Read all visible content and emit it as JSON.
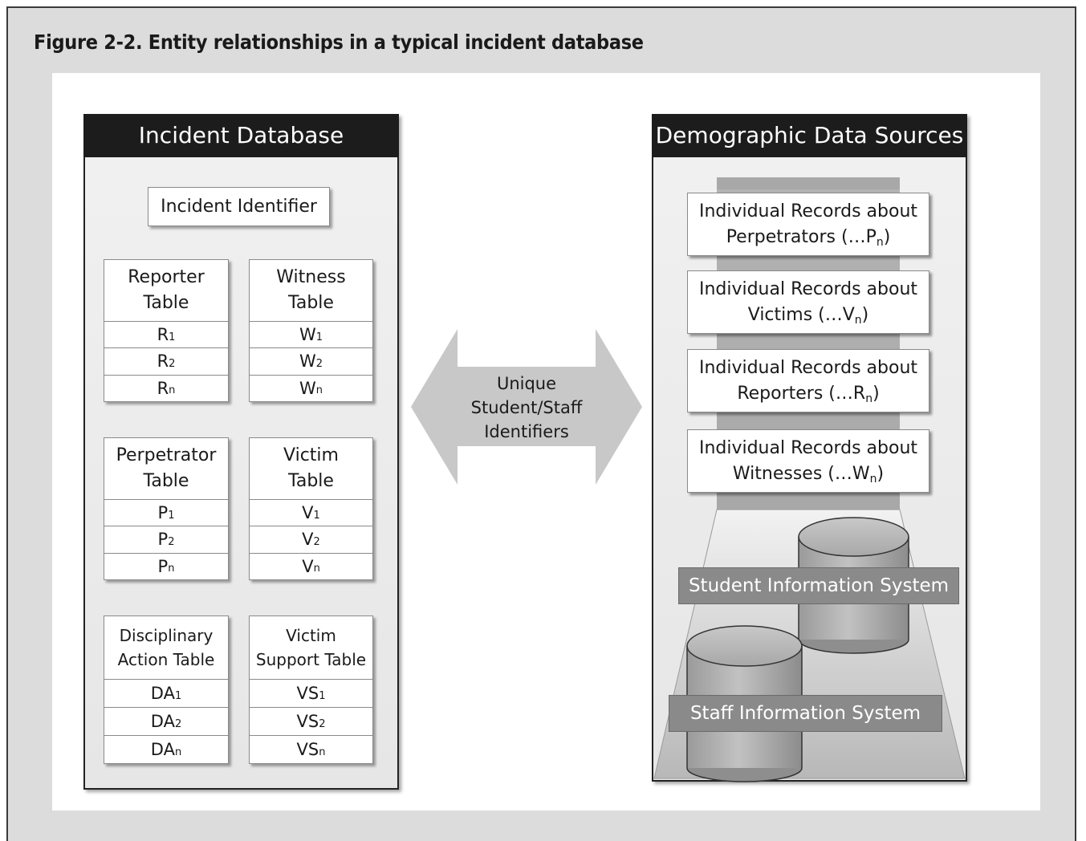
{
  "figure_title": "Figure 2-2.  Entity relationships in a typical incident database",
  "incident_db": {
    "title": "Incident Database",
    "identifier": "Incident Identifier",
    "tables": {
      "reporter": {
        "head1": "Reporter",
        "head2": "Table",
        "rows": [
          [
            "R",
            "1"
          ],
          [
            "R",
            "2"
          ],
          [
            "R",
            "n"
          ]
        ]
      },
      "witness": {
        "head1": "Witness",
        "head2": "Table",
        "rows": [
          [
            "W",
            "1"
          ],
          [
            "W",
            "2"
          ],
          [
            "W",
            "n"
          ]
        ]
      },
      "perpetrator": {
        "head1": "Perpetrator",
        "head2": "Table",
        "rows": [
          [
            "P",
            "1"
          ],
          [
            "P",
            "2"
          ],
          [
            "P",
            "n"
          ]
        ]
      },
      "victim": {
        "head1": "Victim",
        "head2": "Table",
        "rows": [
          [
            "V",
            "1"
          ],
          [
            "V",
            "2"
          ],
          [
            "V",
            "n"
          ]
        ]
      },
      "disciplinary": {
        "head1": "Disciplinary",
        "head2": "Action Table",
        "rows": [
          [
            "DA",
            "1"
          ],
          [
            "DA",
            "2"
          ],
          [
            "DA",
            "n"
          ]
        ]
      },
      "victim_support": {
        "head1": "Victim",
        "head2": "Support Table",
        "rows": [
          [
            "VS",
            "1"
          ],
          [
            "VS",
            "2"
          ],
          [
            "VS",
            "n"
          ]
        ]
      }
    }
  },
  "arrow": {
    "line1": "Unique",
    "line2": "Student/Staff",
    "line3": "Identifiers"
  },
  "demographic": {
    "title": "Demographic Data Sources",
    "records": [
      {
        "line1": "Individual Records about",
        "line2_pre": "Perpetrators (…P",
        "sub": "n",
        "line2_post": ")"
      },
      {
        "line1": "Individual Records about",
        "line2_pre": "Victims (…V",
        "sub": "n",
        "line2_post": ")"
      },
      {
        "line1": "Individual Records about",
        "line2_pre": "Reporters (…R",
        "sub": "n",
        "line2_post": ")"
      },
      {
        "line1": "Individual Records about",
        "line2_pre": "Witnesses (…W",
        "sub": "n",
        "line2_post": ")"
      }
    ],
    "student_system": "Student Information System",
    "staff_system": "Staff Information System"
  }
}
